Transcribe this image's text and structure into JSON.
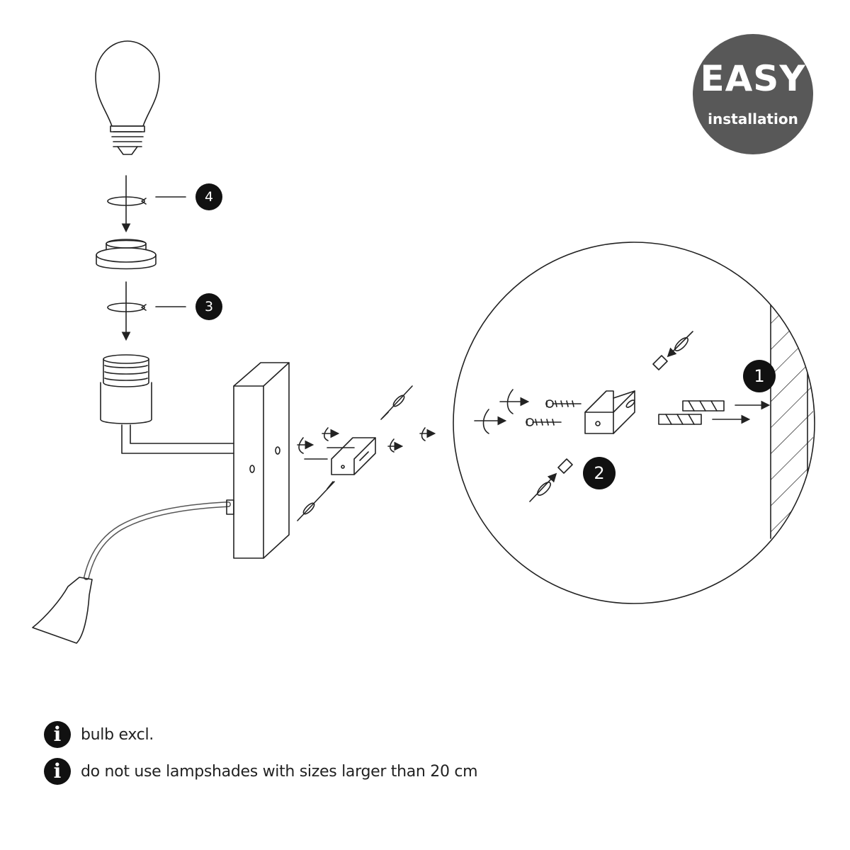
{
  "badge": {
    "title": "EASY",
    "subtitle": "installation"
  },
  "steps": [
    {
      "number": "4"
    },
    {
      "number": "3"
    },
    {
      "number": "1"
    },
    {
      "number": "2"
    }
  ],
  "notes": [
    {
      "icon": "info-icon",
      "glyph": "i",
      "text": "bulb excl."
    },
    {
      "icon": "info-icon",
      "glyph": "i",
      "text": "do not use lampshades with sizes larger than 20 cm"
    }
  ]
}
